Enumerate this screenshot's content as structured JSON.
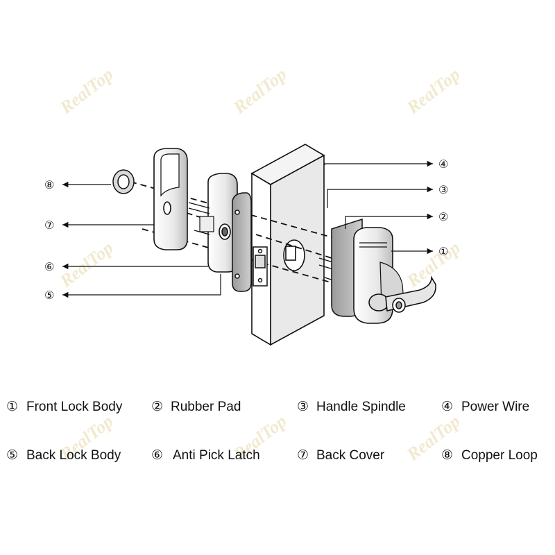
{
  "watermark": {
    "text": "RealTop"
  },
  "parts": [
    {
      "num": "①",
      "label": "Front Lock Body"
    },
    {
      "num": "②",
      "label": "Rubber Pad"
    },
    {
      "num": "③",
      "label": "Handle Spindle"
    },
    {
      "num": "④",
      "label": "Power Wire"
    },
    {
      "num": "⑤",
      "label": "Back Lock Body"
    },
    {
      "num": "⑥",
      "label": "Anti Pick Latch"
    },
    {
      "num": "⑦",
      "label": "Back Cover"
    },
    {
      "num": "⑧",
      "label": "Copper Loop"
    }
  ]
}
